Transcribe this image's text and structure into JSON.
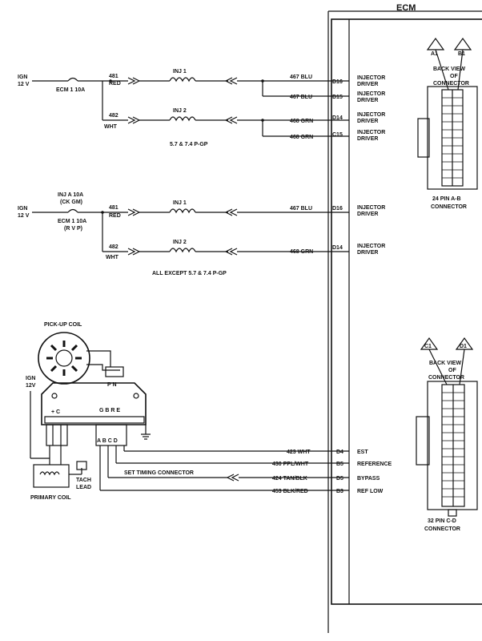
{
  "ecm": {
    "title": "ECM"
  },
  "top_group": {
    "ign": [
      "IGN",
      "12 V"
    ],
    "fuse": "ECM 1 10A",
    "wires": [
      {
        "num": "481",
        "color": "RED"
      },
      {
        "num": "482",
        "color": "WHT"
      }
    ],
    "inj": [
      "INJ 1",
      "INJ 2"
    ],
    "circuits": [
      {
        "wire": "467 BLU",
        "pin": "D16",
        "func": [
          "INJECTOR",
          "DRIVER"
        ]
      },
      {
        "wire": "467 BLU",
        "pin": "D15",
        "func": [
          "INJECTOR",
          "DRIVER"
        ]
      },
      {
        "wire": "468 GRN",
        "pin": "D14",
        "func": [
          "INJECTOR",
          "DRIVER"
        ]
      },
      {
        "wire": "468 GRN",
        "pin": "C15",
        "func": [
          "INJECTOR",
          "DRIVER"
        ]
      }
    ],
    "note": "5.7 & 7.4 P-GP"
  },
  "mid_group": {
    "ign": [
      "IGN",
      "12 V"
    ],
    "fuse": [
      "INJ A 10A",
      "(CK GM)",
      "ECM 1 10A",
      "(R V P)"
    ],
    "wires": [
      {
        "num": "481",
        "color": "RED"
      },
      {
        "num": "482",
        "color": "WHT"
      }
    ],
    "inj": [
      "INJ 1",
      "INJ 2"
    ],
    "circuits": [
      {
        "wire": "467 BLU",
        "pin": "D16",
        "func": [
          "INJECTOR",
          "DRIVER"
        ]
      },
      {
        "wire": "468 GRN",
        "pin": "D14",
        "func": [
          "INJECTOR",
          "DRIVER"
        ]
      }
    ],
    "note": "ALL EXCEPT 5.7 & 7.4 P-GP"
  },
  "connector_ab": {
    "pin_a": "A1",
    "pin_b": "B1",
    "view": [
      "BACK VIEW",
      "OF",
      "CONNECTOR"
    ],
    "name": [
      "24 PIN A-B",
      "CONNECTOR"
    ]
  },
  "connector_cd": {
    "pin_a": "C1",
    "pin_b": "D1",
    "view": [
      "BACK VIEW",
      "OF",
      "CONNECTOR"
    ],
    "name": [
      "32 PIN C-D",
      "CONNECTOR"
    ]
  },
  "ignition": {
    "pickup_coil": "PICK-UP COIL",
    "pn": "P N",
    "gbre": "G B R E",
    "plus_c": "+ C",
    "abcd": "A B C D",
    "ign": [
      "IGN",
      "12V"
    ],
    "primary_coil": "PRIMARY COIL",
    "tach": [
      "TACH",
      "LEAD"
    ],
    "set_timing": "SET TIMING CONNECTOR",
    "circuits": [
      {
        "wire": "423 WHT",
        "pin": "D4",
        "func": "EST"
      },
      {
        "wire": "430 PPL/WHT",
        "pin": "B5",
        "func": "REFERENCE"
      },
      {
        "wire": "424 TAN/BLK",
        "pin": "D5",
        "func": "BYPASS"
      },
      {
        "wire": "453 BLK/RED",
        "pin": "B3",
        "func": "REF LOW"
      }
    ]
  }
}
